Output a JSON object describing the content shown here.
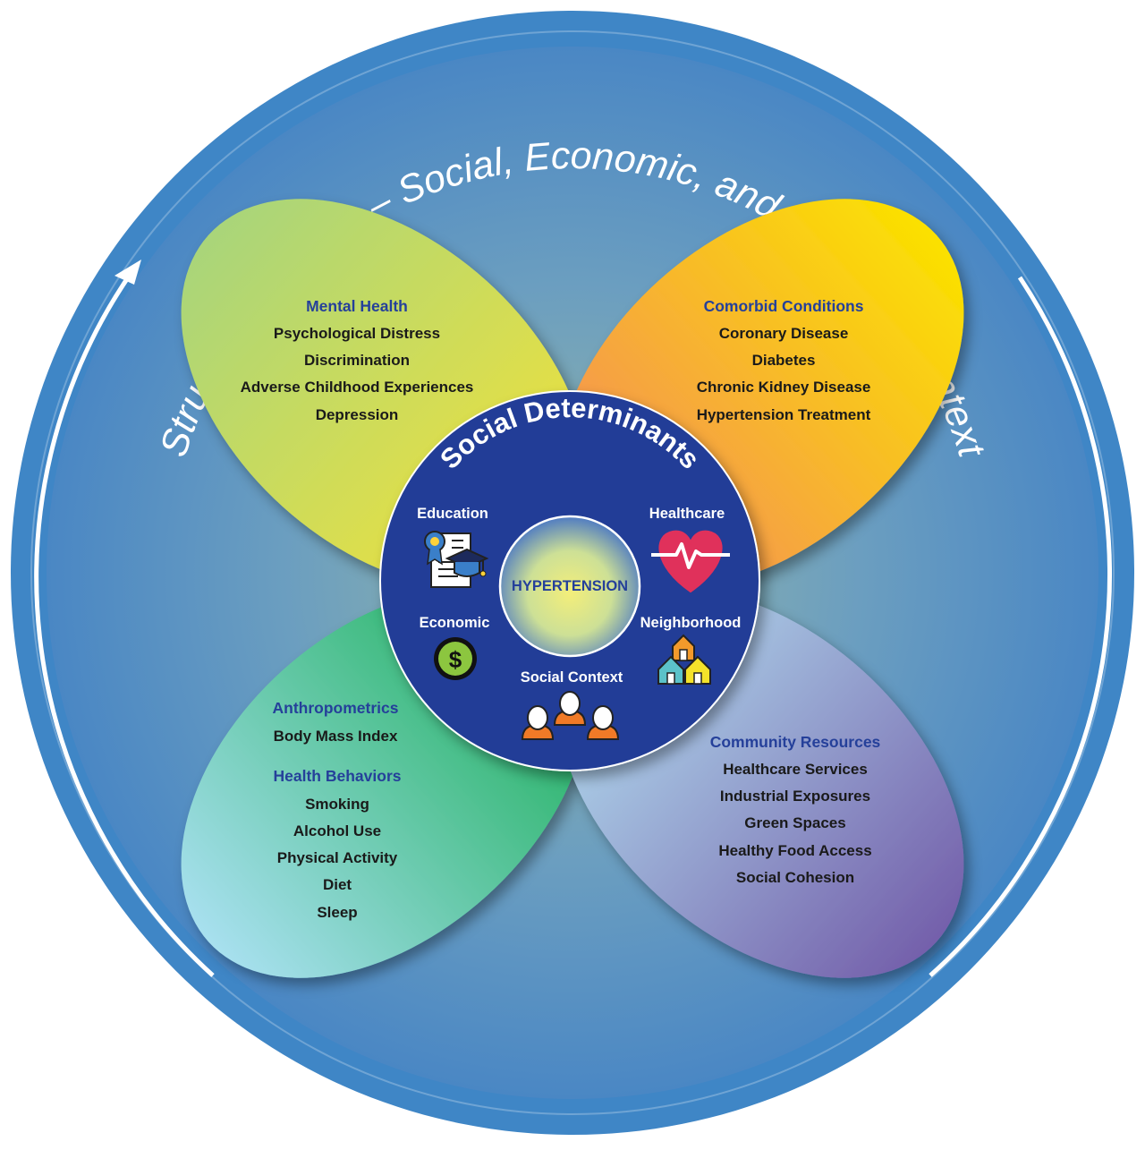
{
  "outer_ring": {
    "text": "Structural Racism – Social, Economic, and Historical Context"
  },
  "petals": {
    "top_left": {
      "title": "Mental Health",
      "items": [
        "Psychological Distress",
        "Discrimination",
        "Adverse Childhood Experiences",
        "Depression"
      ]
    },
    "top_right": {
      "title": "Comorbid Conditions",
      "items": [
        "Coronary Disease",
        "Diabetes",
        "Chronic Kidney Disease",
        "Hypertension Treatment"
      ]
    },
    "bottom_left": {
      "title": "Anthropometrics",
      "items": [
        "Body Mass Index"
      ],
      "title2": "Health Behaviors",
      "items2": [
        "Smoking",
        "Alcohol Use",
        "Physical Activity",
        "Diet",
        "Sleep"
      ]
    },
    "bottom_right": {
      "title": "Community Resources",
      "items": [
        "Healthcare Services",
        "Industrial Exposures",
        "Green Spaces",
        "Healthy Food Access",
        "Social Cohesion"
      ]
    }
  },
  "center": {
    "title": "Social Determinants",
    "core": "HYPERTENSION",
    "labels": {
      "education": "Education",
      "healthcare": "Healthcare",
      "economic": "Economic",
      "neighborhood": "Neighborhood",
      "social_context": "Social Context"
    },
    "icons": {
      "education": "education-certificate-graduation-cap-icon",
      "healthcare": "heart-pulse-icon",
      "economic": "dollar-coin-icon",
      "neighborhood": "houses-icon",
      "social_context": "people-group-icon"
    }
  },
  "colors": {
    "ring": "#3f86c6",
    "center_disc": "#223e97",
    "title_blue": "#25409a"
  }
}
